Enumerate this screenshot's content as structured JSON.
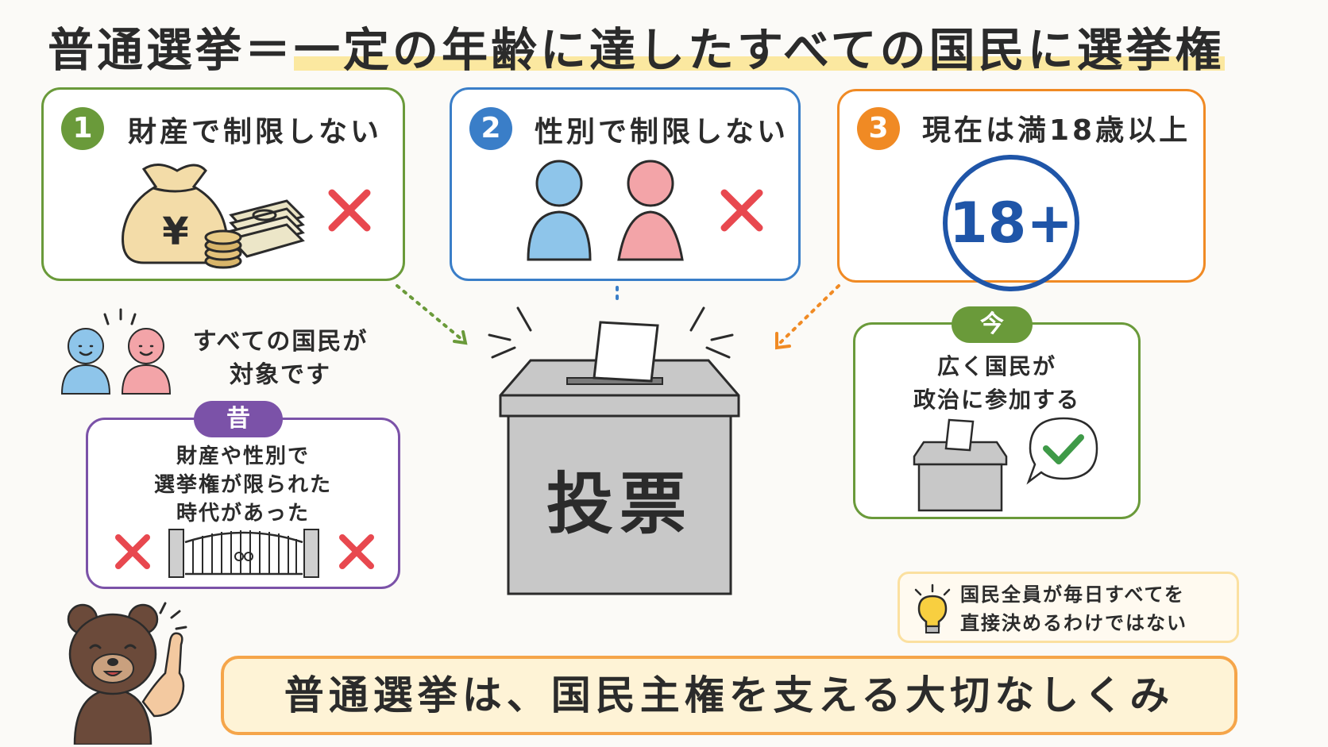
{
  "title": {
    "main": "普通選挙＝",
    "highlight": "一定の年齢に達したすべての国民に選挙権"
  },
  "cards": [
    {
      "number": "1",
      "label": "財産で制限しない",
      "color": "#6a9a3a"
    },
    {
      "number": "2",
      "label": "性別で制限しない",
      "color": "#3a7ec8"
    },
    {
      "number": "3",
      "label": "現在は満18歳以上",
      "color": "#f08a24"
    }
  ],
  "age_badge": "18+",
  "icons": {
    "yen": "¥"
  },
  "everyone": {
    "line1": "すべての国民が",
    "line2": "対象です"
  },
  "past": {
    "tag": "昔",
    "line1": "財産や性別で",
    "line2": "選挙権が限られた",
    "line3": "時代があった",
    "color": "#7b52a8"
  },
  "ballot_box": {
    "label": "投票"
  },
  "now": {
    "tag": "今",
    "line1": "広く国民が",
    "line2": "政治に参加する",
    "color": "#6a9a3a"
  },
  "note": {
    "line1": "国民全員が毎日すべてを",
    "line2": "直接決めるわけではない"
  },
  "bottom_banner": "普通選挙は、国民主権を支える大切なしくみ",
  "colors": {
    "cross": "#e8484f",
    "blue_person": "#8ec5ea",
    "pink_person": "#f3a4a8",
    "check": "#3f9a48"
  }
}
